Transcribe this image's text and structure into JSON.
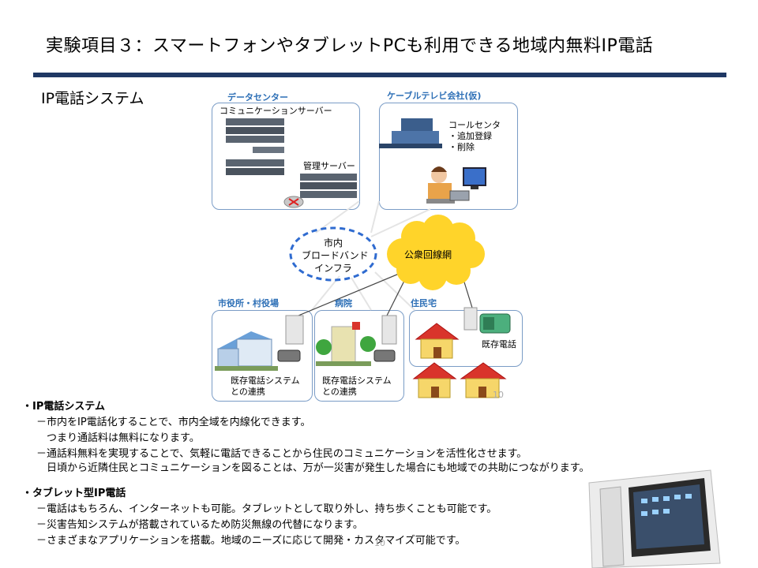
{
  "slide": {
    "title": "実験項目３：スマートフォンやタブレットPCも利用できる地域内無料IP電話",
    "subtitle": "IP電話システム"
  },
  "diagram": {
    "datacenter": {
      "label": "データセンター",
      "comm_server": "コミュニケーションサーバー",
      "mgmt_server": "管理サーバー"
    },
    "catv": {
      "label": "ケーブルテレビ会社(仮)",
      "callcenter_lines": [
        "コールセンタ",
        "・追加登録",
        "・削除"
      ]
    },
    "broadband_lines": [
      "市内",
      "ブロードバンド",
      "インフラ"
    ],
    "public_network": "公衆回線網",
    "cityhall": {
      "label": "市役所・村役場",
      "link_lines": [
        "既存電話システム",
        "との連携"
      ]
    },
    "hospital": {
      "label": "病院",
      "link_lines": [
        "既存電話システム",
        "との連携"
      ]
    },
    "residence": {
      "label": "住民宅",
      "phone_label": "既存電話"
    },
    "page_number_top": "10"
  },
  "bullets": {
    "section1": {
      "heading": "・IP電話システム",
      "lines": [
        "－市内をIP電話化することで、市内全域を内線化できます。",
        "　つまり通話料は無料になります。",
        "－通話料無料を実現することで、気軽に電話できることから住民のコミュニケーションを活性化させます。",
        "　日頃から近隣住民とコミュニケーションを図ることは、万が一災害が発生した場合にも地域での共助につながります。"
      ]
    },
    "section2": {
      "heading": "・タブレット型IP電話",
      "lines": [
        "－電話はもちろん、インターネットも可能。タブレットとして取り外し、持ち歩くことも可能です。",
        "－災害告知システムが搭載されているため防災無線の代替になります。",
        "－さまざまなアプリケーションを搭載。地域のニーズに応じて開発・カスタマイズ可能です。"
      ]
    },
    "page_number_bottom": "10"
  },
  "colors": {
    "rule": "#1f3864",
    "group_label": "#2d6fb6",
    "box_border": "#7a9cc6",
    "cloud_yellow": "#ffd42a",
    "broadband_blue": "#2f6bd0",
    "roof_red": "#d9342b",
    "house_wall": "#f6d66a"
  }
}
